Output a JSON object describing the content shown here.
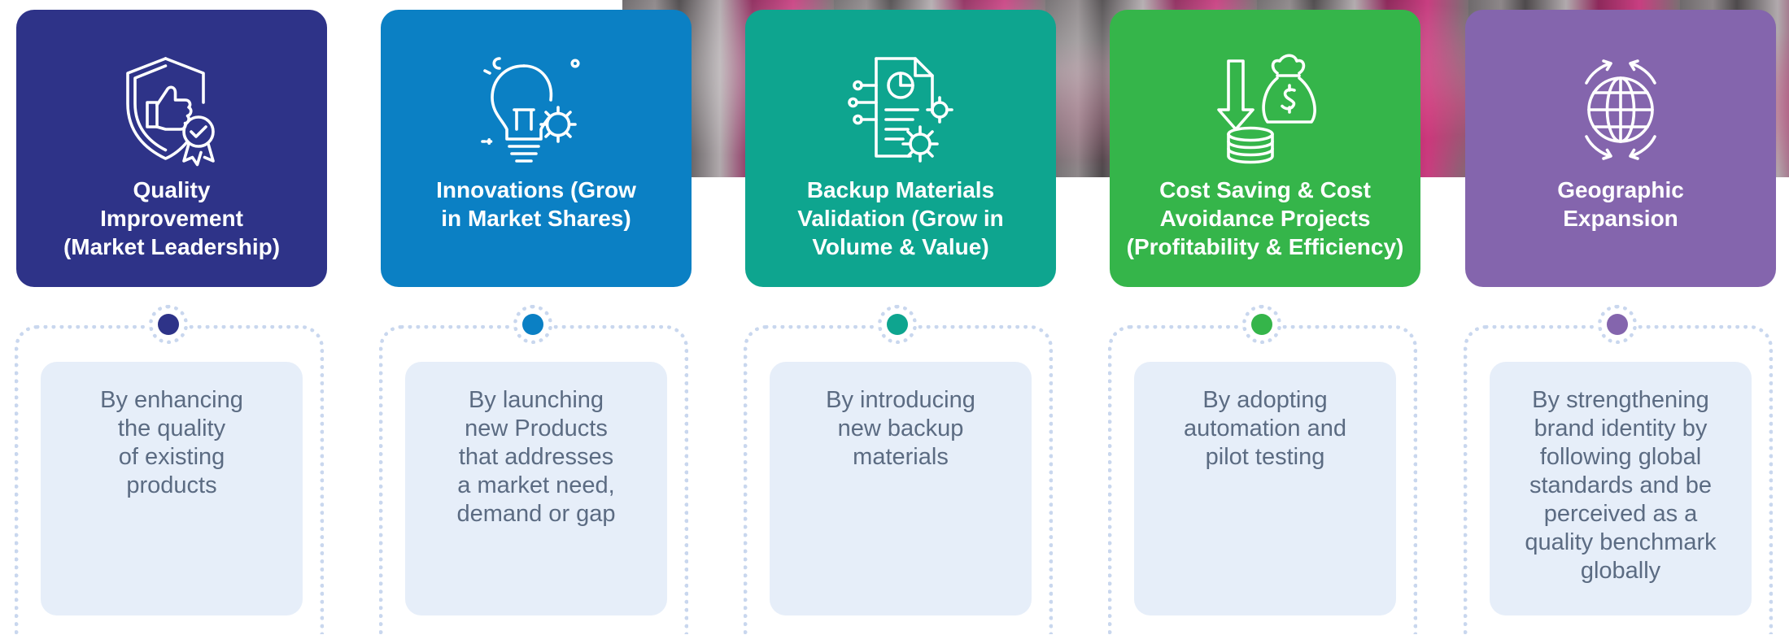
{
  "pillars": [
    {
      "title": "Quality\nImprovement\n(Market Leadership)",
      "description": "By enhancing\nthe quality\nof existing\nproducts",
      "color": "#2e3388",
      "icon": "shield-thumbs-up-badge-icon"
    },
    {
      "title": "Innovations (Grow\nin Market Shares)",
      "description": "By launching\nnew Products\nthat addresses\na market need,\ndemand or gap",
      "color": "#0b80c4",
      "icon": "lightbulb-gear-icon"
    },
    {
      "title": "Backup Materials\nValidation (Grow in\nVolume & Value)",
      "description": "By introducing\nnew backup\nmaterials",
      "color": "#0ea58f",
      "icon": "document-gears-icon"
    },
    {
      "title": "Cost Saving & Cost\nAvoidance Projects\n(Profitability & Efficiency)",
      "description": "By adopting\nautomation and\npilot testing",
      "color": "#35b54a",
      "icon": "money-bag-coins-icon"
    },
    {
      "title": "Geographic\nExpansion",
      "description": "By strengthening\nbrand identity by\nfollowing global\nstandards and be\nperceived as a\nquality benchmark\nglobally",
      "color": "#8465ad",
      "icon": "globe-arrows-icon"
    }
  ]
}
